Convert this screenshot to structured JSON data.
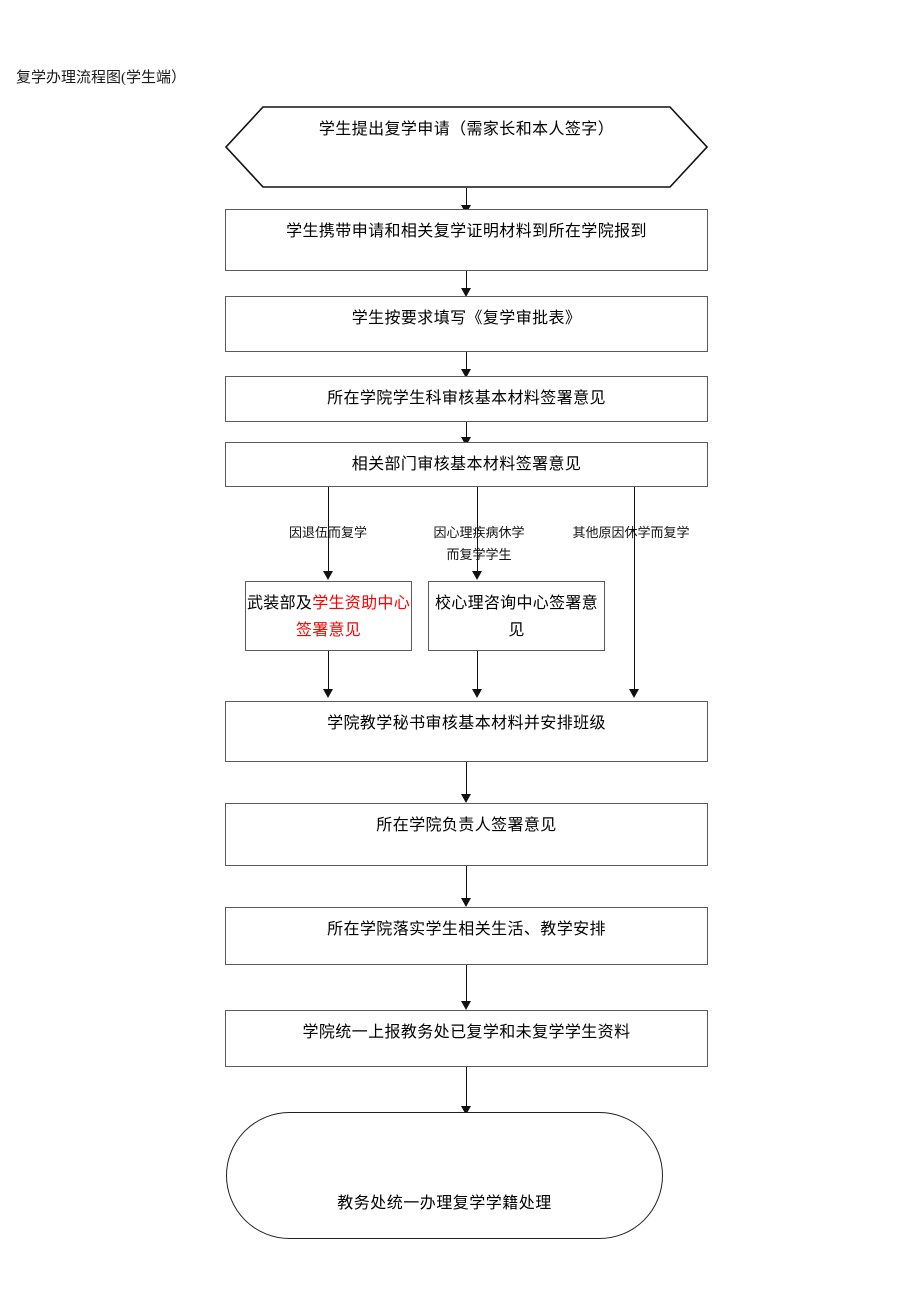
{
  "page": {
    "title": "复学办理流程图(学生端）",
    "background_color": "#ffffff",
    "text_color": "#000000",
    "box_border_color": "#5a5a5a",
    "line_color": "#111111",
    "highlight_color": "#ff0000"
  },
  "flow": {
    "start": {
      "shape": "hexagon",
      "label": "学生提出复学申请（需家长和本人签字）"
    },
    "steps": [
      {
        "id": "step-1",
        "shape": "rectangle",
        "label": "学生携带申请和相关复学证明材料到所在学院报到"
      },
      {
        "id": "step-2",
        "shape": "rectangle",
        "label": "学生按要求填写《复学审批表》"
      },
      {
        "id": "step-3",
        "shape": "rectangle",
        "label": "所在学院学生科审核基本材料签署意见"
      },
      {
        "id": "step-4",
        "shape": "rectangle",
        "label": "相关部门审核基本材料签署意见"
      }
    ],
    "branch_labels": [
      {
        "id": "branch-label-veteran",
        "label": "因退伍而复学"
      },
      {
        "id": "branch-label-psych",
        "label": "因心理疾病休学\n而复学学生"
      },
      {
        "id": "branch-label-other",
        "label": "其他原因休学而复学"
      }
    ],
    "branch_nodes": [
      {
        "id": "branch-node-veteran",
        "shape": "rectangle",
        "label_plain": "武装部及",
        "label_highlight": "学生资助中心签署意见",
        "label_full": "武装部及学生资助中心签署意见"
      },
      {
        "id": "branch-node-psych",
        "shape": "rectangle",
        "label": "校心理咨询中心签署意见"
      }
    ],
    "steps_after_merge": [
      {
        "id": "step-5",
        "shape": "rectangle",
        "label": "学院教学秘书审核基本材料并安排班级"
      },
      {
        "id": "step-6",
        "shape": "rectangle",
        "label": "所在学院负责人签署意见"
      },
      {
        "id": "step-7",
        "shape": "rectangle",
        "label": "所在学院落实学生相关生活、教学安排"
      },
      {
        "id": "step-8",
        "shape": "rectangle",
        "label": "学院统一上报教务处已复学和未复学学生资料"
      }
    ],
    "end": {
      "shape": "stadium",
      "label": "教务处统一办理复学学籍处理"
    }
  }
}
